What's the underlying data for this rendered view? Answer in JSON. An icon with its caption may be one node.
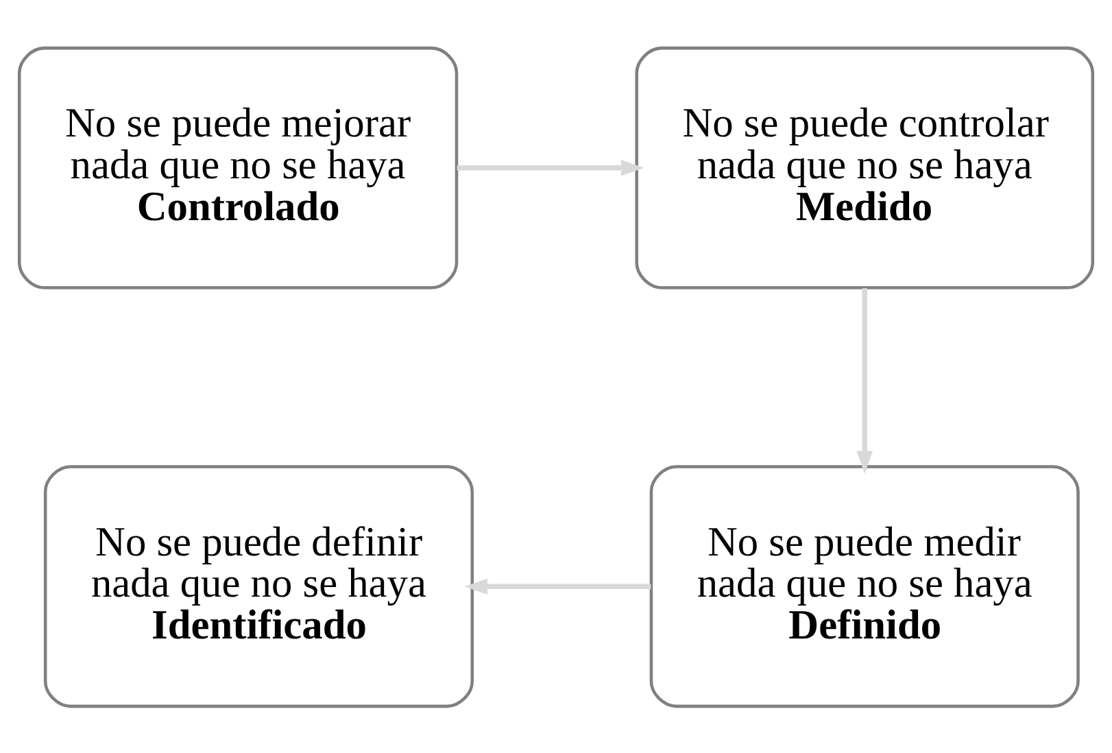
{
  "diagram": {
    "nodes": [
      {
        "text": [
          "No se puede mejorar nada que no se haya **Controlado**"
        ]
      },
      {
        "text": [
          "No se puede controlar nada que no se haya **Medido**"
        ]
      },
      {
        "text": [
          "No se puede medir nada que no se haya **Definido**"
        ]
      },
      {
        "text": [
          "No se puede definir nada que no se haya **Identificado**"
        ]
      }
    ],
    "edges": [
      {
        "from": 0,
        "to": 1,
        "arrow": "to",
        "color": "#d9d9d9"
      },
      {
        "from": 1,
        "to": 2,
        "arrow": "to",
        "color": "#d9d9d9"
      },
      {
        "from": 2,
        "to": 3,
        "arrow": "to",
        "color": "#d9d9d9"
      }
    ]
  }
}
